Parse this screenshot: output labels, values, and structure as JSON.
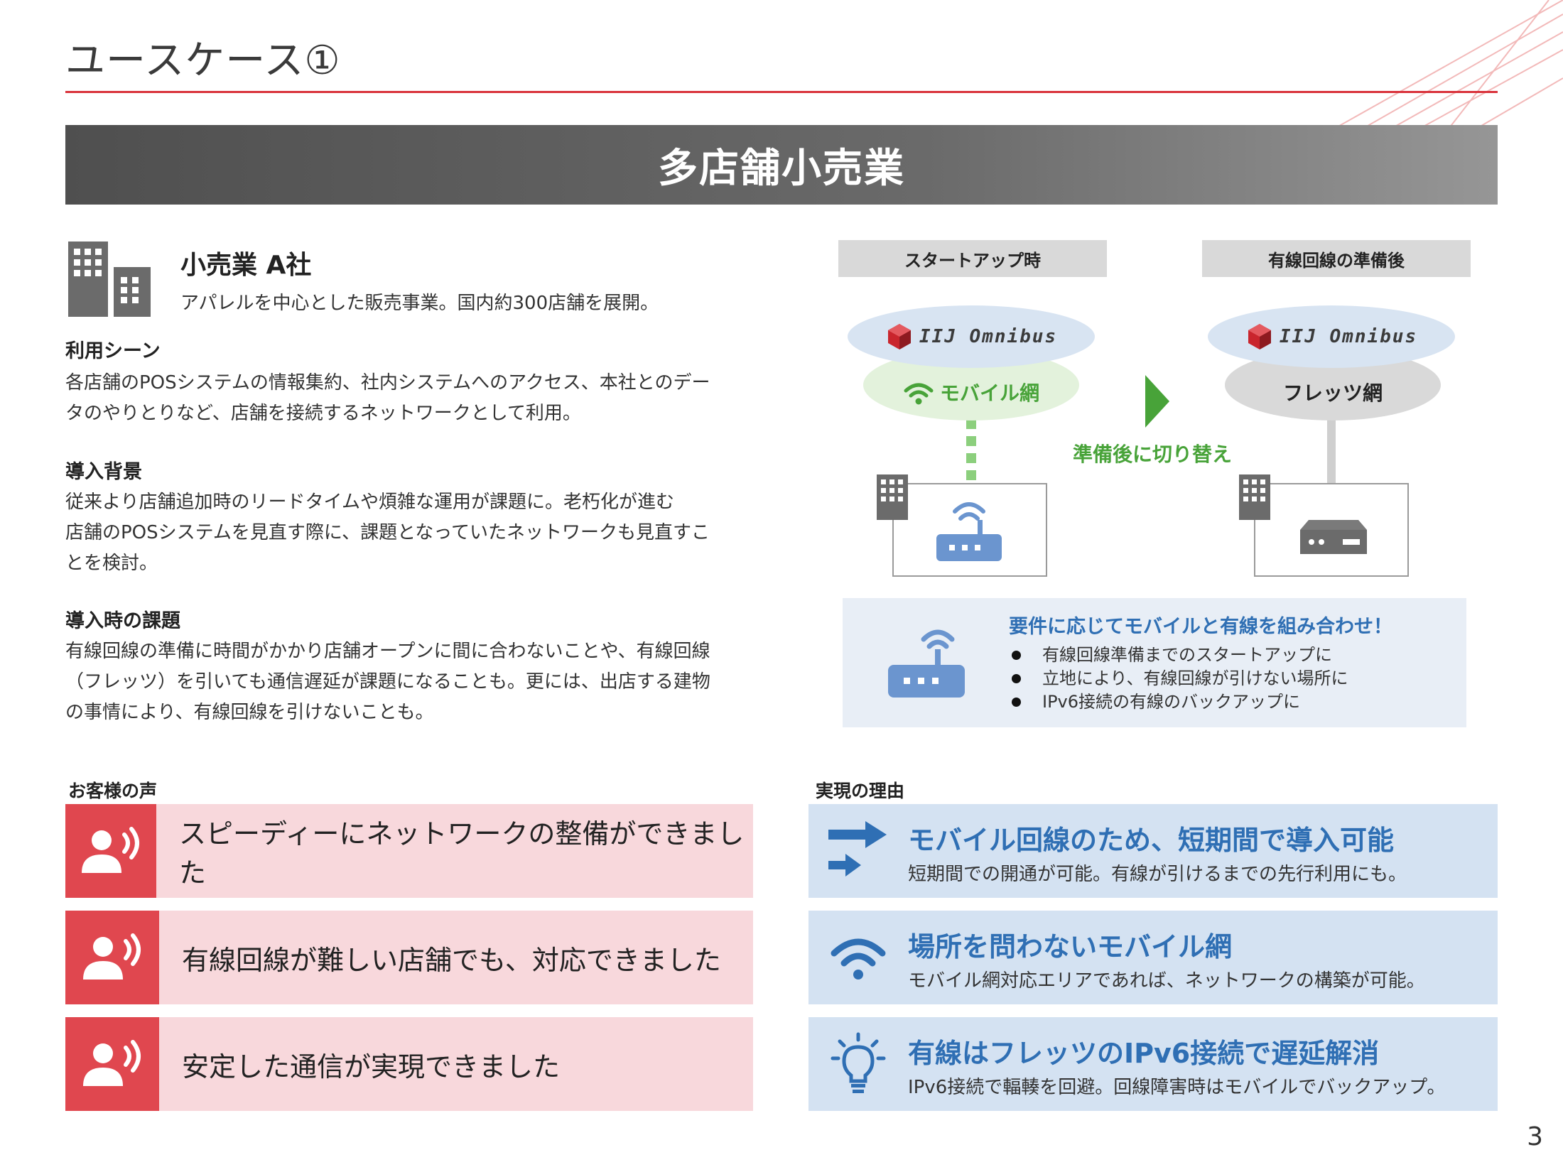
{
  "header": {
    "title": "ユースケース①"
  },
  "banner": {
    "text": "多店舗小売業"
  },
  "company": {
    "name": "小売業 A社",
    "description": "アパレルを中心とした販売事業。国内約300店舗を展開。"
  },
  "sections": {
    "scene": {
      "title": "利用シーン",
      "lines": [
        "各店舗のPOSシステムの情報集約、社内システムへのアクセス、本社とのデー",
        "タのやりとりなど、店舗を接続するネットワークとして利用。"
      ]
    },
    "background": {
      "title": "導入背景",
      "lines": [
        "従来より店舗追加時のリードタイムや煩雑な運用が課題に。老朽化が進む",
        "店舗のPOSシステムを見直す際に、課題となっていたネットワークも見直すこ",
        "とを検討。"
      ]
    },
    "issues": {
      "title": "導入時の課題",
      "lines": [
        "有線回線の準備に時間がかかり店舗オープンに間に合わないことや、有線回線",
        "（フレッツ）を引いても通信遅延が課題になることも。更には、出店する建物",
        "の事情により、有線回線を引けないことも。"
      ]
    }
  },
  "diagram": {
    "phase_start": "スタートアップ時",
    "phase_after": "有線回線の準備後",
    "omnibus_label": "IIJ Omnibus",
    "mobile_net": "モバイル網",
    "flets_net": "フレッツ網",
    "switch_label": "準備後に切り替え",
    "requirements": {
      "title": "要件に応じてモバイルと有線を組み合わせ！",
      "items": [
        "有線回線準備までのスタートアップに",
        "立地により、有線回線が引けない場所に",
        "IPv6接続の有線のバックアップに"
      ]
    }
  },
  "voices": {
    "title": "お客様の声",
    "items": [
      "スピーディーにネットワークの整備ができました",
      "有線回線が難しい店舗でも、対応できました",
      "安定した通信が実現できました"
    ]
  },
  "reasons": {
    "title": "実現の理由",
    "items": [
      {
        "head": "モバイル回線のため、短期間で導入可能",
        "sub": "短期間での開通が可能。有線が引けるまでの先行利用にも。",
        "icon": "double-arrow-icon"
      },
      {
        "head": "場所を問わないモバイル網",
        "sub": "モバイル網対応エリアであれば、ネットワークの構築が可能。",
        "icon": "wifi-icon"
      },
      {
        "head": "有線はフレッツのIPv6接続で遅延解消",
        "sub": "IPv6接続で輻輳を回避。回線障害時はモバイルでバックアップ。",
        "icon": "lightbulb-icon"
      }
    ]
  },
  "page_number": "3",
  "colors": {
    "accent_red": "#e0474f",
    "accent_blue": "#2f6fb4",
    "accent_green": "#48a339",
    "rule_red": "#d9323b"
  }
}
